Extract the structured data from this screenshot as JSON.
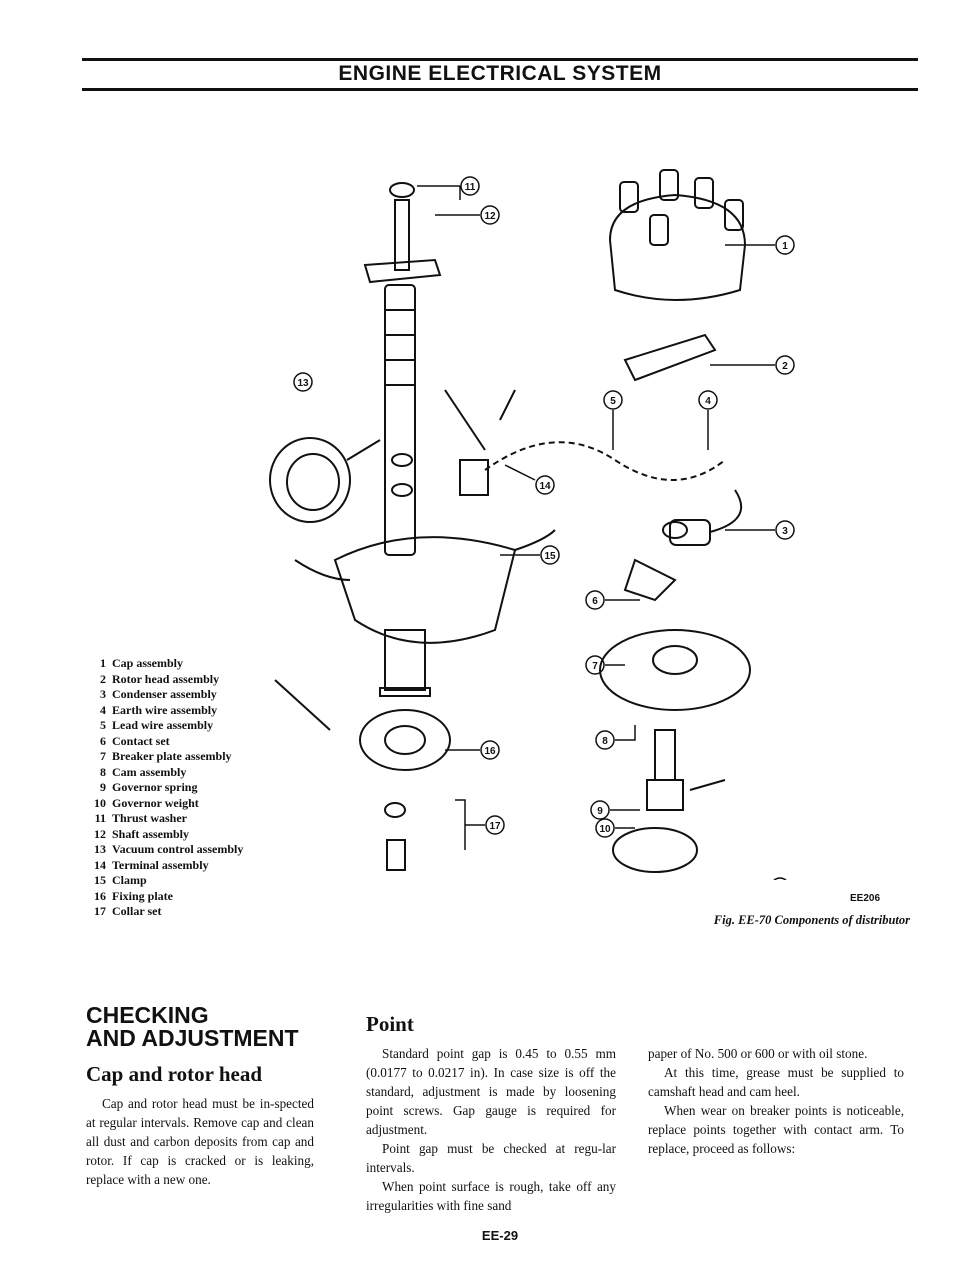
{
  "header": {
    "title": "ENGINE ELECTRICAL SYSTEM"
  },
  "legend": [
    {
      "num": "1",
      "label": "Cap assembly"
    },
    {
      "num": "2",
      "label": "Rotor head assembly"
    },
    {
      "num": "3",
      "label": "Condenser assembly"
    },
    {
      "num": "4",
      "label": "Earth wire assembly"
    },
    {
      "num": "5",
      "label": "Lead wire assembly"
    },
    {
      "num": "6",
      "label": "Contact set"
    },
    {
      "num": "7",
      "label": "Breaker plate assembly"
    },
    {
      "num": "8",
      "label": "Cam assembly"
    },
    {
      "num": "9",
      "label": "Governor spring"
    },
    {
      "num": "10",
      "label": "Governor weight"
    },
    {
      "num": "11",
      "label": "Thrust washer"
    },
    {
      "num": "12",
      "label": "Shaft assembly"
    },
    {
      "num": "13",
      "label": "Vacuum control assembly"
    },
    {
      "num": "14",
      "label": "Terminal assembly"
    },
    {
      "num": "15",
      "label": "Clamp"
    },
    {
      "num": "16",
      "label": "Fixing plate"
    },
    {
      "num": "17",
      "label": "Collar set"
    }
  ],
  "figure": {
    "code": "EE206",
    "caption": "Fig. EE-70 Components of distributor",
    "callouts": [
      "1",
      "2",
      "3",
      "4",
      "5",
      "6",
      "7",
      "8",
      "9",
      "9",
      "10",
      "11",
      "12",
      "13",
      "14",
      "15",
      "16",
      "17"
    ]
  },
  "section": {
    "title_line1": "CHECKING",
    "title_line2": "AND ADJUSTMENT",
    "cap_rotor": {
      "title": "Cap and rotor head",
      "body": "Cap and rotor head must be in-spected at regular intervals. Remove cap and clean all dust and carbon deposits from cap and rotor. If cap is cracked or is leaking, replace with a new one."
    },
    "point": {
      "title": "Point",
      "p1": "Standard point gap is 0.45 to 0.55 mm (0.0177 to 0.0217 in). In case size is off the standard, adjustment is made by loosening point screws. Gap gauge is required for adjustment.",
      "p2": "Point gap must be checked at regu-lar intervals.",
      "p3": "When point surface is rough, take off any irregularities with fine sand"
    },
    "col3": {
      "p1": "paper of No. 500 or 600 or with oil stone.",
      "p2": "At this time, grease must be supplied to camshaft head and cam heel.",
      "p3": "When wear on breaker points is noticeable, replace points together with contact arm. To replace, proceed as follows:"
    }
  },
  "footer": {
    "page": "EE-29"
  }
}
